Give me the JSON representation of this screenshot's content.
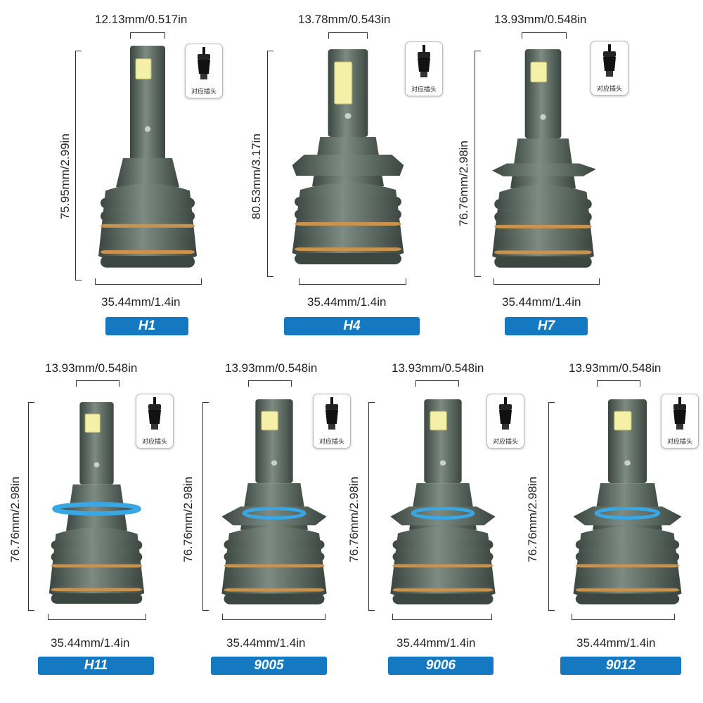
{
  "colors": {
    "label_bg": "#1479c0",
    "bulb_body": "#5d6d63",
    "bulb_dark": "#3b4740",
    "copper_band": "#c8924f",
    "blue_ring": "#3aa7e3",
    "led_chip": "#f4f0a8"
  },
  "bulbs": [
    {
      "model": "H1",
      "width_dim": "12.13mm/0.517in",
      "height_dim": "75.95mm/2.99in",
      "base_dim": "35.44mm/1.4in",
      "plug_caption": "对应插头",
      "plug_icon": "h1-wire-connector-icon"
    },
    {
      "model": "H4",
      "width_dim": "13.78mm/0.543in",
      "height_dim": "80.53mm/3.17in",
      "base_dim": "35.44mm/1.4in",
      "plug_caption": "对应插头",
      "plug_icon": "h4-plug-icon"
    },
    {
      "model": "H7",
      "width_dim": "13.93mm/0.548in",
      "height_dim": "76.76mm/2.98in",
      "base_dim": "35.44mm/1.4in",
      "plug_caption": "对应插头",
      "plug_icon": "h7-plug-icon"
    },
    {
      "model": "H11",
      "width_dim": "13.93mm/0.548in",
      "height_dim": "76.76mm/2.98in",
      "base_dim": "35.44mm/1.4in",
      "plug_caption": "对应插头",
      "plug_icon": "h11-plug-icon"
    },
    {
      "model": "9005",
      "width_dim": "13.93mm/0.548in",
      "height_dim": "76.76mm/2.98in",
      "base_dim": "35.44mm/1.4in",
      "plug_caption": "对应插头",
      "plug_icon": "9005-plug-icon"
    },
    {
      "model": "9006",
      "width_dim": "13.93mm/0.548in",
      "height_dim": "76.76mm/2.98in",
      "base_dim": "35.44mm/1.4in",
      "plug_caption": "对应插头",
      "plug_icon": "9006-plug-icon"
    },
    {
      "model": "9012",
      "width_dim": "13.93mm/0.548in",
      "height_dim": "76.76mm/2.98in",
      "base_dim": "35.44mm/1.4in",
      "plug_caption": "对应插头",
      "plug_icon": "9012-plug-icon"
    }
  ]
}
